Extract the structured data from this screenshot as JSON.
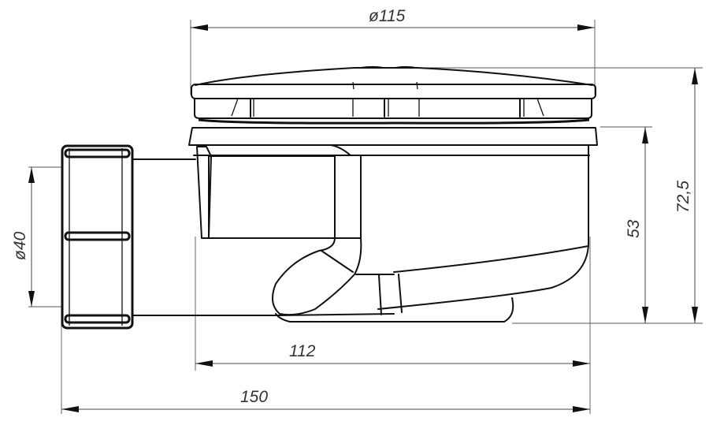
{
  "drawing": {
    "subject": "shower tray drain trap side view",
    "line_color": "#111111",
    "dimension_color": "#444444",
    "background": "#ffffff"
  },
  "dimensions": {
    "cover_diameter": {
      "label": "ø115",
      "orientation": "horizontal",
      "value": 115
    },
    "outlet_diameter": {
      "label": "ø40",
      "orientation": "vertical",
      "value": 40
    },
    "body_height": {
      "label": "53",
      "orientation": "vertical",
      "value": 53
    },
    "total_height": {
      "label": "72,5",
      "orientation": "vertical",
      "value": 72.5
    },
    "body_length": {
      "label": "112",
      "orientation": "horizontal",
      "value": 112
    },
    "total_length": {
      "label": "150",
      "orientation": "horizontal",
      "value": 150
    }
  }
}
